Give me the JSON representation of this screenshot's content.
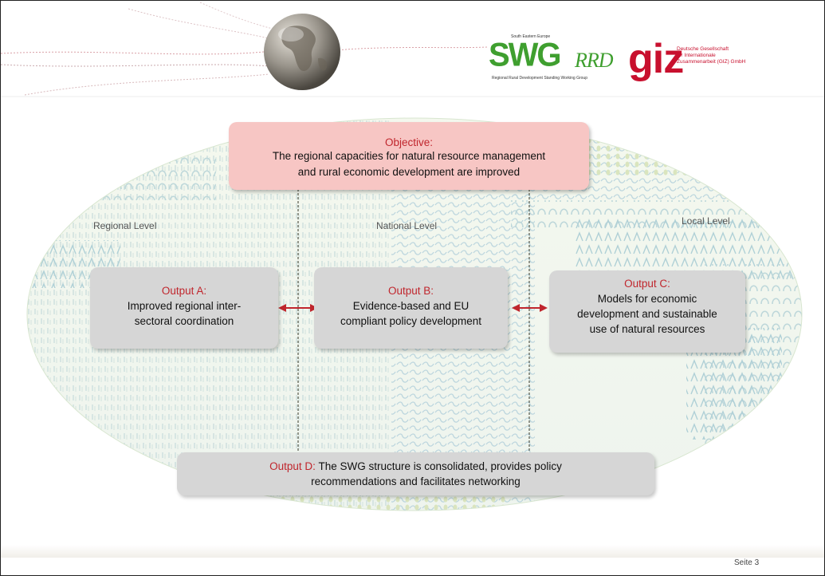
{
  "logos": {
    "swg": {
      "top_text": "South Eastern Europe",
      "mark": "SWG",
      "suffix": "RRD",
      "subtitle": "Regional Rural Development Standing Working Group"
    },
    "giz": {
      "mark": "giz",
      "lines": [
        "Deutsche Gesellschaft",
        "für Internationale",
        "Zusammenarbeit (GIZ) GmbH"
      ]
    }
  },
  "objective": {
    "title": "Objective:",
    "text_line1": "The regional capacities for natural resource management",
    "text_line2": "and rural economic development are improved"
  },
  "levels": {
    "regional": "Regional Level",
    "national": "National Level",
    "local": "Local Level"
  },
  "outputs": {
    "a": {
      "title": "Output A:",
      "line1": "Improved regional inter-",
      "line2": "sectoral coordination"
    },
    "b": {
      "title": "Output B:",
      "line1": "Evidence-based and EU",
      "line2": "compliant policy development"
    },
    "c": {
      "title": "Output C:",
      "line1": "Models for economic",
      "line2": "development and sustainable",
      "line3": "use of natural resources"
    },
    "d": {
      "title": "Output D:",
      "line1_rest": " The SWG structure is consolidated, provides policy",
      "line2": "recommendations and facilitates networking"
    }
  },
  "footer": {
    "page": "Seite 3"
  },
  "colors": {
    "accent_red": "#c0262d",
    "objective_bg": "#f7c6c4",
    "output_bg": "#d6d6d6",
    "swg_green": "#3f9f2f",
    "giz_red": "#c8102e"
  }
}
